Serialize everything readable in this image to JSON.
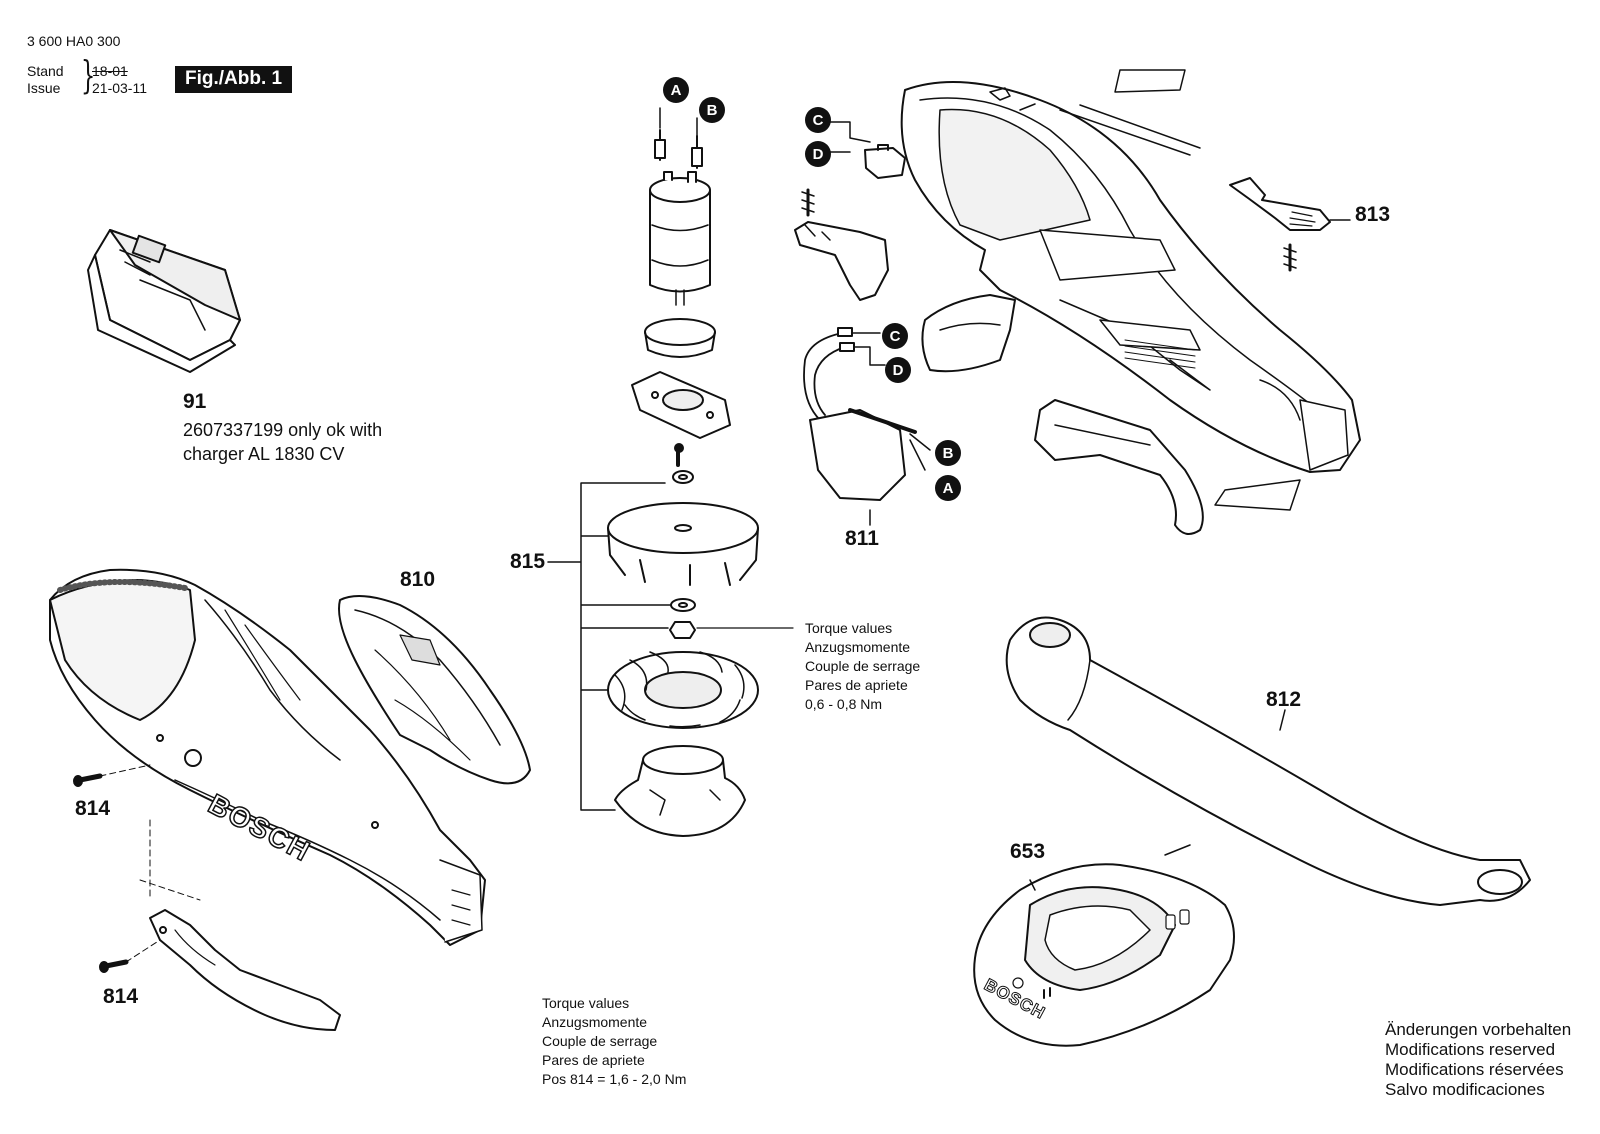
{
  "header": {
    "doc_number": "3 600 HA0 300",
    "stand_label": "Stand",
    "issue_label": "Issue",
    "old_date": "18-01",
    "issue_date": "21-03-11",
    "figure_label": "Fig./Abb. 1"
  },
  "connectors": {
    "a": "A",
    "b": "B",
    "c": "C",
    "d": "D"
  },
  "parts": {
    "p91": "91",
    "p91_note_line1": "2607337199 only ok with",
    "p91_note_line2": "charger AL 1830 CV",
    "p810": "810",
    "p811": "811",
    "p812": "812",
    "p813": "813",
    "p814a": "814",
    "p814b": "814",
    "p815": "815",
    "p653": "653"
  },
  "torque_fan": {
    "line1": "Torque values",
    "line2": "Anzugsmomente",
    "line3": "Couple de serrage",
    "line4": "Pares de apriete",
    "line5": "0,6 - 0,8 Nm"
  },
  "torque_screws": {
    "line1": "Torque values",
    "line2": "Anzugsmomente",
    "line3": "Couple de serrage",
    "line4": "Pares de apriete",
    "line5": "Pos 814 =  1,6 - 2,0 Nm"
  },
  "modifications": {
    "line1": "Änderungen vorbehalten",
    "line2": "Modifications reserved",
    "line3": "Modifications réservées",
    "line4": "Salvo modificaciones"
  },
  "housing_brand": "BOSCH",
  "charger_brand": "BOSCH",
  "colors": {
    "ink": "#111111",
    "paper": "#ffffff",
    "shade": "#d9d9d9"
  }
}
